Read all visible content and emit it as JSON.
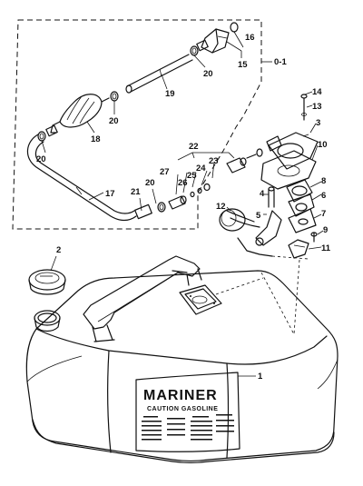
{
  "kit_bracket_label": "0-1",
  "callouts": [
    {
      "id": "c16",
      "text": "16"
    },
    {
      "id": "c15",
      "text": "15"
    },
    {
      "id": "c20a",
      "text": "20"
    },
    {
      "id": "c19",
      "text": "19"
    },
    {
      "id": "c20b",
      "text": "20"
    },
    {
      "id": "c18",
      "text": "18"
    },
    {
      "id": "c20c",
      "text": "20"
    },
    {
      "id": "c17",
      "text": "17"
    },
    {
      "id": "c21",
      "text": "21"
    },
    {
      "id": "c20d",
      "text": "20"
    },
    {
      "id": "c27",
      "text": "27"
    },
    {
      "id": "c26",
      "text": "26"
    },
    {
      "id": "c25",
      "text": "25"
    },
    {
      "id": "c24",
      "text": "24"
    },
    {
      "id": "c23",
      "text": "23"
    },
    {
      "id": "c22",
      "text": "22"
    },
    {
      "id": "c14",
      "text": "14"
    },
    {
      "id": "c13",
      "text": "13"
    },
    {
      "id": "c3",
      "text": "3"
    },
    {
      "id": "c10",
      "text": "10"
    },
    {
      "id": "c8",
      "text": "8"
    },
    {
      "id": "c6",
      "text": "6"
    },
    {
      "id": "c4",
      "text": "4"
    },
    {
      "id": "c5",
      "text": "5"
    },
    {
      "id": "c12",
      "text": "12"
    },
    {
      "id": "c7",
      "text": "7"
    },
    {
      "id": "c9",
      "text": "9"
    },
    {
      "id": "c11",
      "text": "11"
    },
    {
      "id": "c2",
      "text": "2"
    },
    {
      "id": "c1",
      "text": "1"
    }
  ],
  "tank_label": {
    "brand": "MARINER",
    "caution": "CAUTION GASOLINE"
  }
}
